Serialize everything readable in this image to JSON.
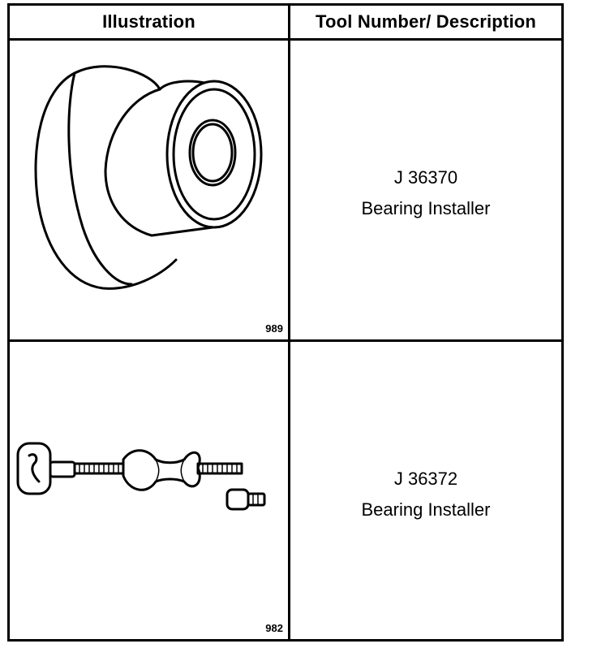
{
  "table": {
    "headers": {
      "illustration": "Illustration",
      "tool_description": "Tool Number/ Description"
    },
    "rows": [
      {
        "tool_number": "J 36370",
        "description": "Bearing Installer",
        "figure_number": "989",
        "icon": "bearing-installer-cup-icon"
      },
      {
        "tool_number": "J 36372",
        "description": "Bearing Installer",
        "figure_number": "982",
        "icon": "bearing-installer-handle-icon"
      }
    ]
  }
}
